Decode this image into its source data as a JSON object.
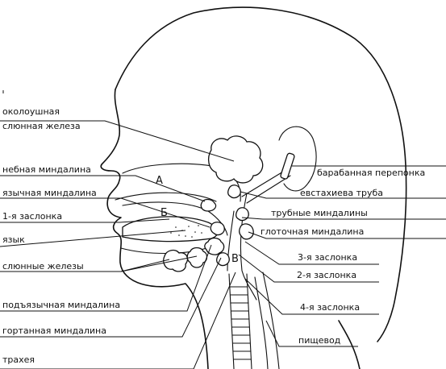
{
  "labels": {
    "parotid_line1": "околоушная",
    "parotid_line2": "слюнная железа",
    "palatine_tonsil": "небная миндалина",
    "lingual_tonsil": "язычная миндалина",
    "valve_1": "1-я заслонка",
    "tongue": "язык",
    "salivary_glands": "слюнные железы",
    "sublingual_tonsil": "подъязычная миндалина",
    "laryngeal_tonsil": "гортанная миндалина",
    "trachea": "трахея",
    "eardrum": "барабанная перепонка",
    "eustachian_tube": "евстахиева труба",
    "tubal_tonsils": "трубные миндалины",
    "pharyngeal_tonsil": "глоточная миндалина",
    "valve_3": "3-я заслонка",
    "valve_2": "2-я заслонка",
    "valve_4": "4-я заслонка",
    "esophagus": "пищевод"
  },
  "regions": {
    "a": "А",
    "b": "Б",
    "v": "В"
  },
  "colors": {
    "ink": "#111111",
    "paper": "#ffffff"
  }
}
